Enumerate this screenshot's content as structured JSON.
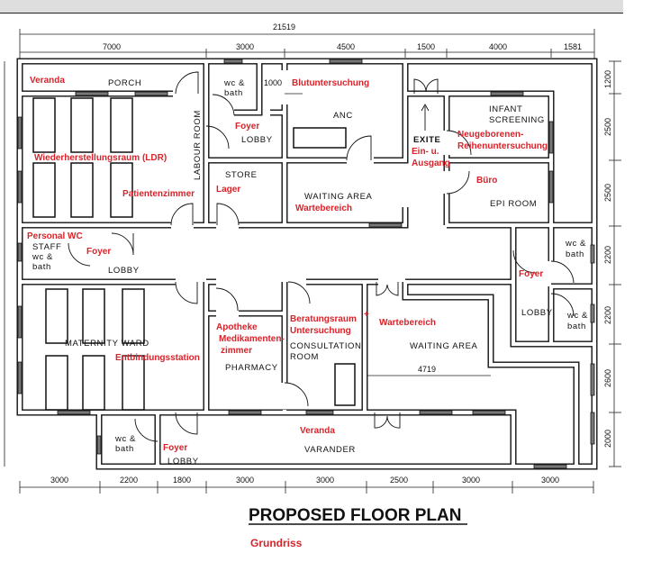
{
  "plan": {
    "title": "PROPOSED FLOOR PLAN",
    "subtitle_de": "Grundriss"
  },
  "dimensions": {
    "total_width": "21519",
    "top": [
      "7000",
      "3000",
      "4500",
      "1500",
      "4000",
      "1581"
    ],
    "bottom": [
      "3000",
      "2200",
      "1800",
      "3000",
      "3000",
      "2500",
      "3000",
      "3000"
    ],
    "right": [
      "1200",
      "2500",
      "2500",
      "2200",
      "2200",
      "2600",
      "2000"
    ],
    "wc_width": "1000",
    "waiting_width": "4719"
  },
  "rooms": {
    "porch": "PORCH",
    "labour_room": "LABOUR ROOM",
    "wc_bath_top_1": "wc &",
    "wc_bath_top_2": "bath",
    "lobby_top": "LOBBY",
    "store": "STORE",
    "anc": "ANC",
    "waiting_top": "WAITING AREA",
    "exit": "EXITE",
    "infant_1": "INFANT",
    "infant_2": "SCREENING",
    "epi": "EPI ROOM",
    "staff_1": "STAFF",
    "staff_2": "wc &",
    "staff_3": "bath",
    "lobby_left": "LOBBY",
    "wc_right_1_a": "wc &",
    "wc_right_1_b": "bath",
    "lobby_right": "LOBBY",
    "wc_right_2_a": "wc &",
    "wc_right_2_b": "bath",
    "maternity": "MATERNITY WARD",
    "pharmacy": "PHARMACY",
    "consult_1": "CONSULTATION",
    "consult_2": "ROOM",
    "waiting_bottom": "WAITING AREA",
    "varander": "VARANDER",
    "wc_bottom_1": "wc &",
    "wc_bottom_2": "bath",
    "lobby_bottom": "LOBBY"
  },
  "translations": {
    "veranda_top": "Veranda",
    "blood_test": "Blutuntersuchung",
    "ldr": "Wiederherstellungsraum (LDR)",
    "patient_room": "Patientenzimmer",
    "foyer_top": "Foyer",
    "storage": "Lager",
    "waiting_top": "Wartebereich",
    "entrance_1": "Ein- u.",
    "entrance_2": "Ausgang",
    "newborn_1": "Neugeborenen-",
    "newborn_2": "Reihenuntersuchung",
    "office": "Büro",
    "staff_wc": "Personal WC",
    "foyer_left": "Foyer",
    "foyer_right": "Foyer",
    "delivery": "Entbindungsstation",
    "pharmacy_1": "Apotheke",
    "pharmacy_2": "Medikamenten-",
    "pharmacy_3": "zimmer",
    "consult_1": "Beratungsraum",
    "consult_plus": "+",
    "consult_2": "Untersuchung",
    "waiting_bottom": "Wartebereich",
    "veranda_bottom": "Veranda",
    "foyer_bottom": "Foyer"
  },
  "colors": {
    "annotation": "#d8232a",
    "lines": "#111111"
  }
}
